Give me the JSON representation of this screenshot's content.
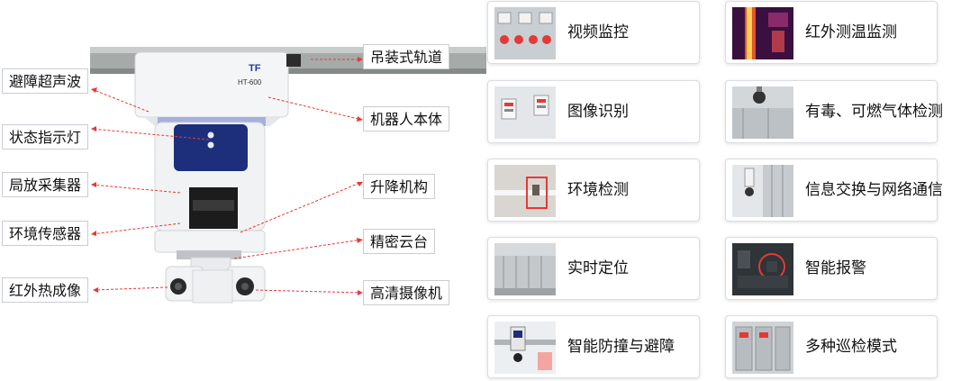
{
  "robot": {
    "brand_mark": "TF",
    "model": "HT-600",
    "labels": {
      "ultrasonic": "避障超声波",
      "status_light": "状态指示灯",
      "pd_collector": "局放采集器",
      "env_sensor": "环境传感器",
      "ir_imaging": "红外热成像",
      "rail": "吊装式轨道",
      "body": "机器人本体",
      "lift": "升降机构",
      "gimbal": "精密云台",
      "hd_camera": "高清摄像机"
    }
  },
  "features": {
    "left": [
      "视频监控",
      "图像识别",
      "环境检测",
      "实时定位",
      "智能防撞与避障"
    ],
    "right": [
      "红外测温监测",
      "有毒、可燃气体检测",
      "信息交换与网络通信",
      "智能报警",
      "多种巡检模式"
    ]
  },
  "colors": {
    "arrow": "#e53935",
    "accent_blue": "#1d3d9b",
    "card_bg": "#ffffff"
  }
}
